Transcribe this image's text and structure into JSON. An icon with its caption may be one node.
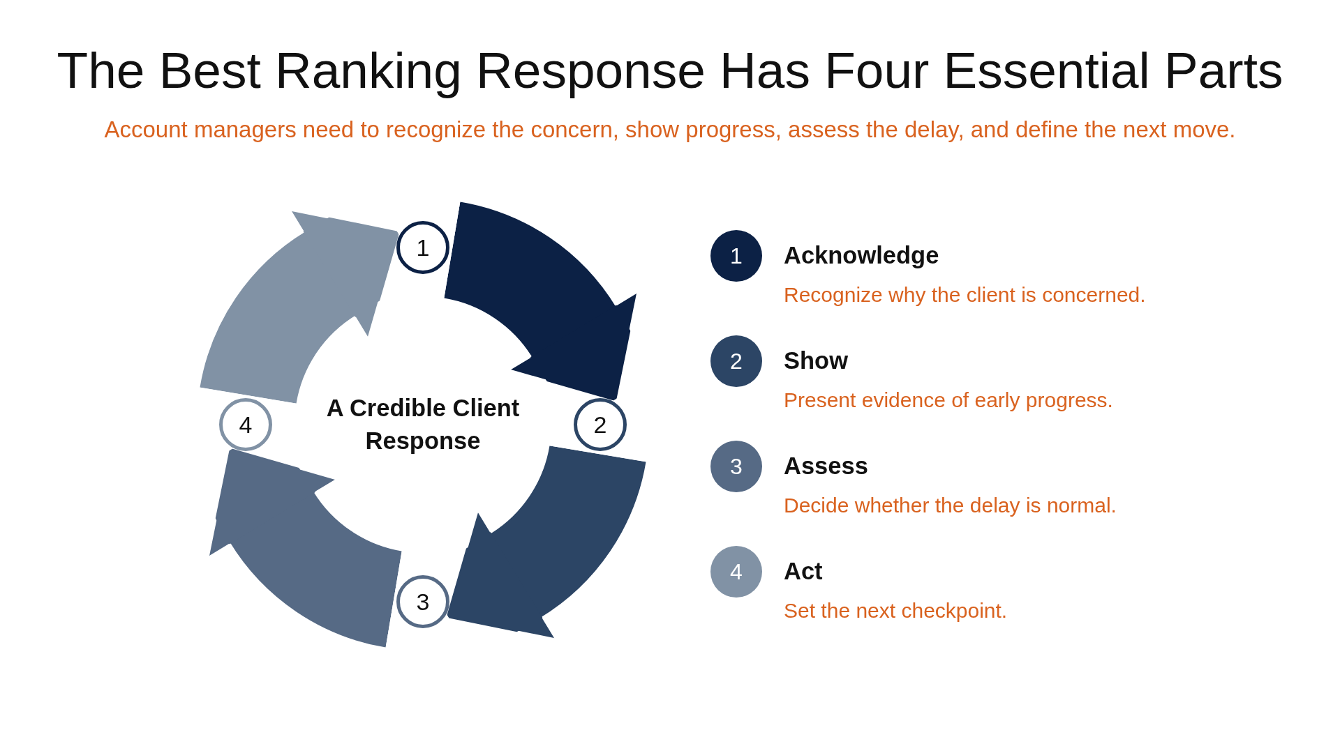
{
  "diagram": {
    "title": "The Best Ranking Response Has Four Essential Parts",
    "nodes": [
      {
        "text": [
          "1"
        ]
      },
      {
        "text": [
          "2"
        ]
      },
      {
        "text": [
          "3"
        ]
      },
      {
        "text": [
          "4"
        ]
      },
      {
        "text": [
          "1"
        ],
        "beside": [
          "Acknowledge",
          "Recognize why the client is concerned."
        ]
      },
      {
        "text": [
          "2"
        ],
        "beside": [
          "Show",
          "Present evidence of early progress."
        ]
      },
      {
        "text": [
          "3"
        ],
        "beside": [
          "Assess",
          "Decide whether the delay is normal."
        ]
      },
      {
        "text": [
          "4"
        ],
        "beside": [
          "Act",
          "Set the next checkpoint."
        ]
      }
    ],
    "edges": [
      {
        "from": 0,
        "to": 1,
        "arrow": "to",
        "color": "#0c2145"
      },
      {
        "from": 1,
        "to": 2,
        "arrow": "to",
        "color": "#2c4565"
      },
      {
        "from": 2,
        "to": 3,
        "arrow": "to",
        "color": "#566a85"
      },
      {
        "from": 3,
        "to": 0,
        "arrow": "to",
        "color": "#8192a5"
      }
    ],
    "labels": [
      "Account managers need to recognize the concern, show progress, assess the delay, and define the next move.",
      "A Credible Client Response"
    ]
  }
}
